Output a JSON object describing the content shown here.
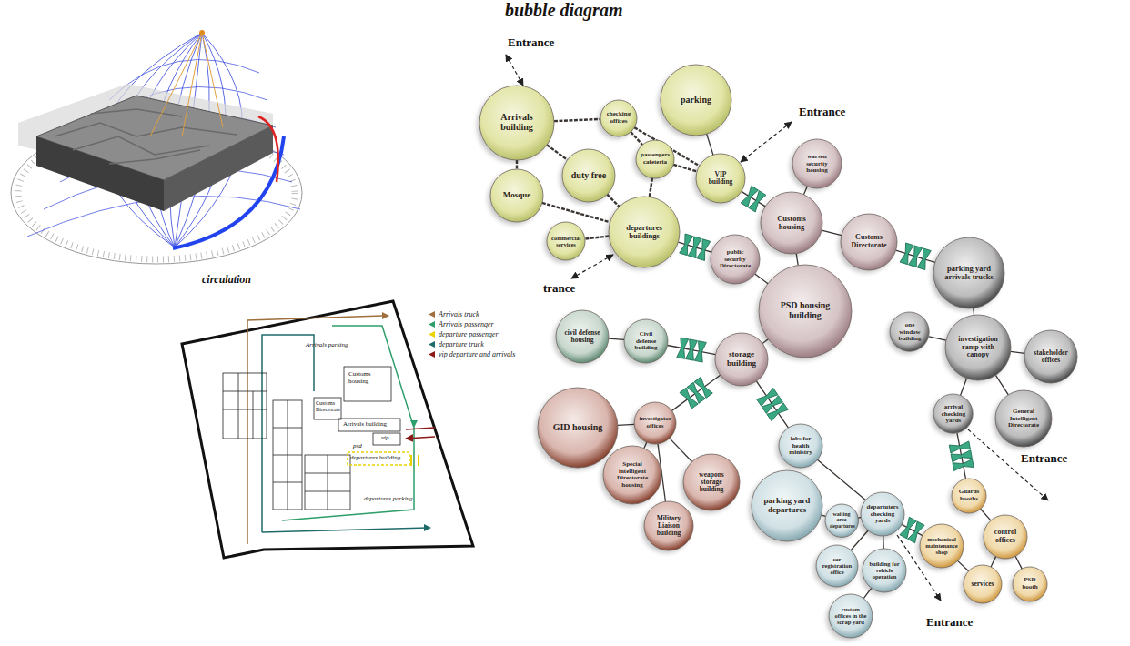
{
  "diagram": {
    "title": "bubble diagram",
    "nodes": [
      {
        "text": [
          "Arrivals building"
        ]
      },
      {
        "text": [
          "checking offices"
        ]
      },
      {
        "text": [
          "parking"
        ]
      },
      {
        "text": [
          "passengers cafeteria"
        ]
      },
      {
        "text": [
          "duty free"
        ]
      },
      {
        "text": [
          "VIP building"
        ]
      },
      {
        "text": [
          "Mosque"
        ]
      },
      {
        "text": [
          "departures buildings"
        ]
      },
      {
        "text": [
          "commercial services"
        ]
      },
      {
        "text": [
          "warsen security housing"
        ]
      },
      {
        "text": [
          "Customs housing"
        ]
      },
      {
        "text": [
          "Customs Directorate"
        ]
      },
      {
        "text": [
          "public security Directorate"
        ]
      },
      {
        "text": [
          "PSD housing building"
        ]
      },
      {
        "text": [
          "parking yard arrivals trucks"
        ]
      },
      {
        "text": [
          "one window building"
        ]
      },
      {
        "text": [
          "investigation ramp with canopy"
        ]
      },
      {
        "text": [
          "stakeholder offices"
        ]
      },
      {
        "text": [
          "arrival checking yards"
        ]
      },
      {
        "text": [
          "General Intelligent Directorate"
        ]
      },
      {
        "text": [
          "civil defense housing"
        ]
      },
      {
        "text": [
          "Civil defense building"
        ]
      },
      {
        "text": [
          "storage building"
        ]
      },
      {
        "text": [
          "GID housing"
        ]
      },
      {
        "text": [
          "investigator offices"
        ]
      },
      {
        "text": [
          "Special intelligent Directorate housing"
        ]
      },
      {
        "text": [
          "weapons storage building"
        ]
      },
      {
        "text": [
          "Military Liaison building"
        ]
      },
      {
        "text": [
          "labs for health ministry"
        ]
      },
      {
        "text": [
          "parking yard departures"
        ]
      },
      {
        "text": [
          "waiting area departures"
        ]
      },
      {
        "text": [
          "departuters checking yards"
        ]
      },
      {
        "text": [
          "car registration office"
        ]
      },
      {
        "text": [
          "building for vehicle operation"
        ]
      },
      {
        "text": [
          "custom offices in the scrap yard"
        ]
      },
      {
        "text": [
          "Guards booths"
        ]
      },
      {
        "text": [
          "mechanical maintenance shop"
        ]
      },
      {
        "text": [
          "control offices"
        ]
      },
      {
        "text": [
          "services"
        ]
      },
      {
        "text": [
          "PSD booth"
        ]
      }
    ],
    "edges": [
      {
        "from": 0,
        "to": 1,
        "arrow": "none"
      },
      {
        "from": 0,
        "to": 6,
        "arrow": "none"
      },
      {
        "from": 0,
        "to": 4,
        "arrow": "none"
      },
      {
        "from": 1,
        "to": 3,
        "arrow": "none"
      },
      {
        "from": 1,
        "to": 5,
        "arrow": "none"
      },
      {
        "from": 2,
        "to": 5,
        "arrow": "none"
      },
      {
        "from": 3,
        "to": 5,
        "arrow": "none"
      },
      {
        "from": 4,
        "to": 7,
        "arrow": "none"
      },
      {
        "from": 3,
        "to": 7,
        "arrow": "none"
      },
      {
        "from": 6,
        "to": 7,
        "arrow": "none"
      },
      {
        "from": 7,
        "to": 8,
        "arrow": "none"
      },
      {
        "from": 7,
        "to": 12,
        "arrow": "none"
      },
      {
        "from": 5,
        "to": 10,
        "arrow": "none"
      },
      {
        "from": 12,
        "to": 13,
        "arrow": "none"
      },
      {
        "from": 10,
        "to": 13,
        "arrow": "none"
      },
      {
        "from": 9,
        "to": 10,
        "arrow": "none"
      },
      {
        "from": 10,
        "to": 11,
        "arrow": "none"
      },
      {
        "from": 11,
        "to": 14,
        "arrow": "none"
      },
      {
        "from": 14,
        "to": 16,
        "arrow": "none"
      },
      {
        "from": 15,
        "to": 16,
        "arrow": "none"
      },
      {
        "from": 16,
        "to": 17,
        "arrow": "none"
      },
      {
        "from": 16,
        "to": 18,
        "arrow": "none"
      },
      {
        "from": 16,
        "to": 19,
        "arrow": "none"
      },
      {
        "from": 18,
        "to": 35,
        "arrow": "none"
      },
      {
        "from": 13,
        "to": 22,
        "arrow": "none"
      },
      {
        "from": 21,
        "to": 22,
        "arrow": "none"
      },
      {
        "from": 20,
        "to": 21,
        "arrow": "none"
      },
      {
        "from": 22,
        "to": 24,
        "arrow": "none"
      },
      {
        "from": 23,
        "to": 24,
        "arrow": "none"
      },
      {
        "from": 24,
        "to": 25,
        "arrow": "none"
      },
      {
        "from": 24,
        "to": 26,
        "arrow": "none"
      },
      {
        "from": 24,
        "to": 27,
        "arrow": "none"
      },
      {
        "from": 22,
        "to": 28,
        "arrow": "none"
      },
      {
        "from": 28,
        "to": 31,
        "arrow": "none"
      },
      {
        "from": 29,
        "to": 30,
        "arrow": "none"
      },
      {
        "from": 30,
        "to": 31,
        "arrow": "none"
      },
      {
        "from": 31,
        "to": 32,
        "arrow": "none"
      },
      {
        "from": 31,
        "to": 33,
        "arrow": "none"
      },
      {
        "from": 33,
        "to": 34,
        "arrow": "none"
      },
      {
        "from": 31,
        "to": 36,
        "arrow": "none"
      },
      {
        "from": 35,
        "to": 37,
        "arrow": "none"
      },
      {
        "from": 36,
        "to": 38,
        "arrow": "none"
      },
      {
        "from": 37,
        "to": 38,
        "arrow": "none"
      },
      {
        "from": 37,
        "to": 39,
        "arrow": "none"
      }
    ],
    "labels": [
      "Entrance",
      "Entrance",
      "trance",
      "Entrance",
      "Entrance",
      "circulation",
      "Arrivals parking",
      "Customs housing",
      "Customs Directorate",
      "Arrivals building",
      "vip",
      "psd",
      "departures building",
      "departures parking"
    ],
    "legend": [
      {
        "text": "Arrivals truck",
        "color": "#a0703c"
      },
      {
        "text": "Arrivals passenger",
        "color": "#2e9e6a"
      },
      {
        "text": "departure passenger",
        "color": "#e8d200"
      },
      {
        "text": "departure truck",
        "color": "#1f6b6b"
      },
      {
        "text": "vip departure and arrivals",
        "color": "#8b1a1a"
      }
    ]
  }
}
